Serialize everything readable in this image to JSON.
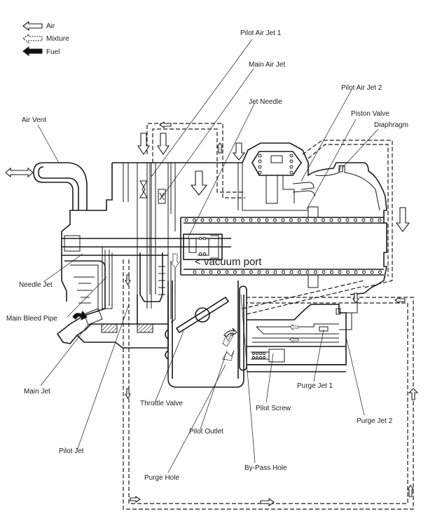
{
  "legend": {
    "items": [
      {
        "key": "air",
        "label": "Air",
        "icon": "hollow-arrow-left"
      },
      {
        "key": "mixture",
        "label": "Mixture",
        "icon": "dotted-arrow-left"
      },
      {
        "key": "fuel",
        "label": "Fuel",
        "icon": "solid-arrow-left"
      }
    ]
  },
  "labels": {
    "pilot_air_jet_1": "Pilot Air Jet 1",
    "main_air_jet": "Main Air Jet",
    "jet_needle": "Jet Needle",
    "pilot_air_jet_2": "Pilot Air Jet 2",
    "piston_valve": "Piston Valve",
    "diaphragm": "Diaphragm",
    "air_vent": "Air Vent",
    "needle_jet": "Needle Jet",
    "main_bleed_pipe": "Main Bleed Pipe",
    "main_jet": "Main Jet",
    "pilot_jet": "Pilot Jet",
    "throttle_valve": "Throttle Valve",
    "pilot_outlet": "Pilot Outlet",
    "purge_hole": "Purge Hole",
    "by_pass_hole": "By-Pass Hole",
    "pilot_screw": "Pilot Screw",
    "purge_jet_1": "Purge Jet 1",
    "purge_jet_2": "Purge Jet 2",
    "vacuum_port": "< vacuum port"
  },
  "colors": {
    "ink": "#1a1a1a",
    "background": "#ffffff"
  }
}
